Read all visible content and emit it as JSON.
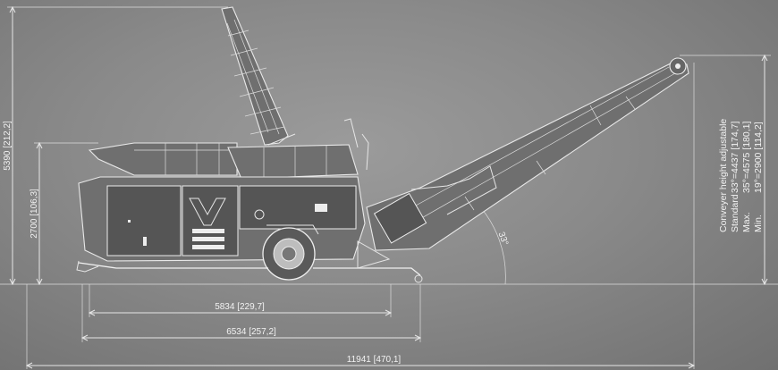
{
  "dimensions": {
    "total_height": "5390 [212,2]",
    "hopper_height": "2700 [106,3]",
    "length_5834": "5834 [229,7]",
    "length_6534": "6534 [257,2]",
    "length_11941": "11941 [470,1]",
    "conveyor_angle": "33°"
  },
  "conveyor_spec": {
    "heading": "Conveyer height adjustable",
    "rows": [
      {
        "label": "Standard",
        "value": "33°=4437 [174,7]"
      },
      {
        "label": "Max.",
        "value": "35°=4575 [180,1]"
      },
      {
        "label": "Min.",
        "value": "19°=2900 [114,2]"
      }
    ]
  },
  "colors": {
    "background": "#8a8a8a",
    "line": "#e6e6e6"
  }
}
